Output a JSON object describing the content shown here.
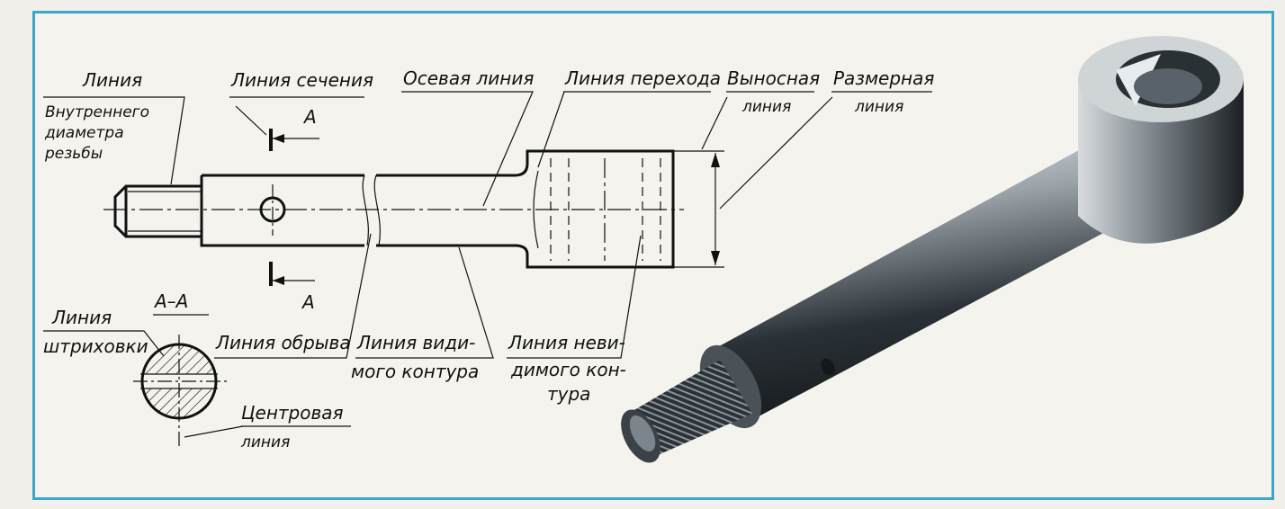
{
  "labels": {
    "thread_line_1": "Линия",
    "thread_line_2": "Внутреннего",
    "thread_line_3": "диаметра",
    "thread_line_4": "резьбы",
    "section_line": "Линия сечения",
    "section_a_top": "A",
    "section_a_bottom": "A",
    "axis_line": "Осевая линия",
    "transition_line": "Линия перехода",
    "extension_line_1": "Выносная",
    "extension_line_2": "линия",
    "dimension_line_1": "Размерная",
    "dimension_line_2": "линия",
    "section_title": "A–A",
    "hatch_line_1": "Линия",
    "hatch_line_2": "штриховки",
    "break_line": "Линия обрыва",
    "visible_line_1": "Линия види-",
    "visible_line_2": "мого контура",
    "hidden_line_1": "Линия неви-",
    "hidden_line_2": "димого кон-",
    "hidden_line_3": "тура",
    "center_line_1": "Центровая",
    "center_line_2": "линия"
  },
  "colors": {
    "frame_border": "#3aa6c9",
    "ink": "#111111",
    "metal_dark": "#1d2328",
    "metal_light": "#d9dde0"
  }
}
